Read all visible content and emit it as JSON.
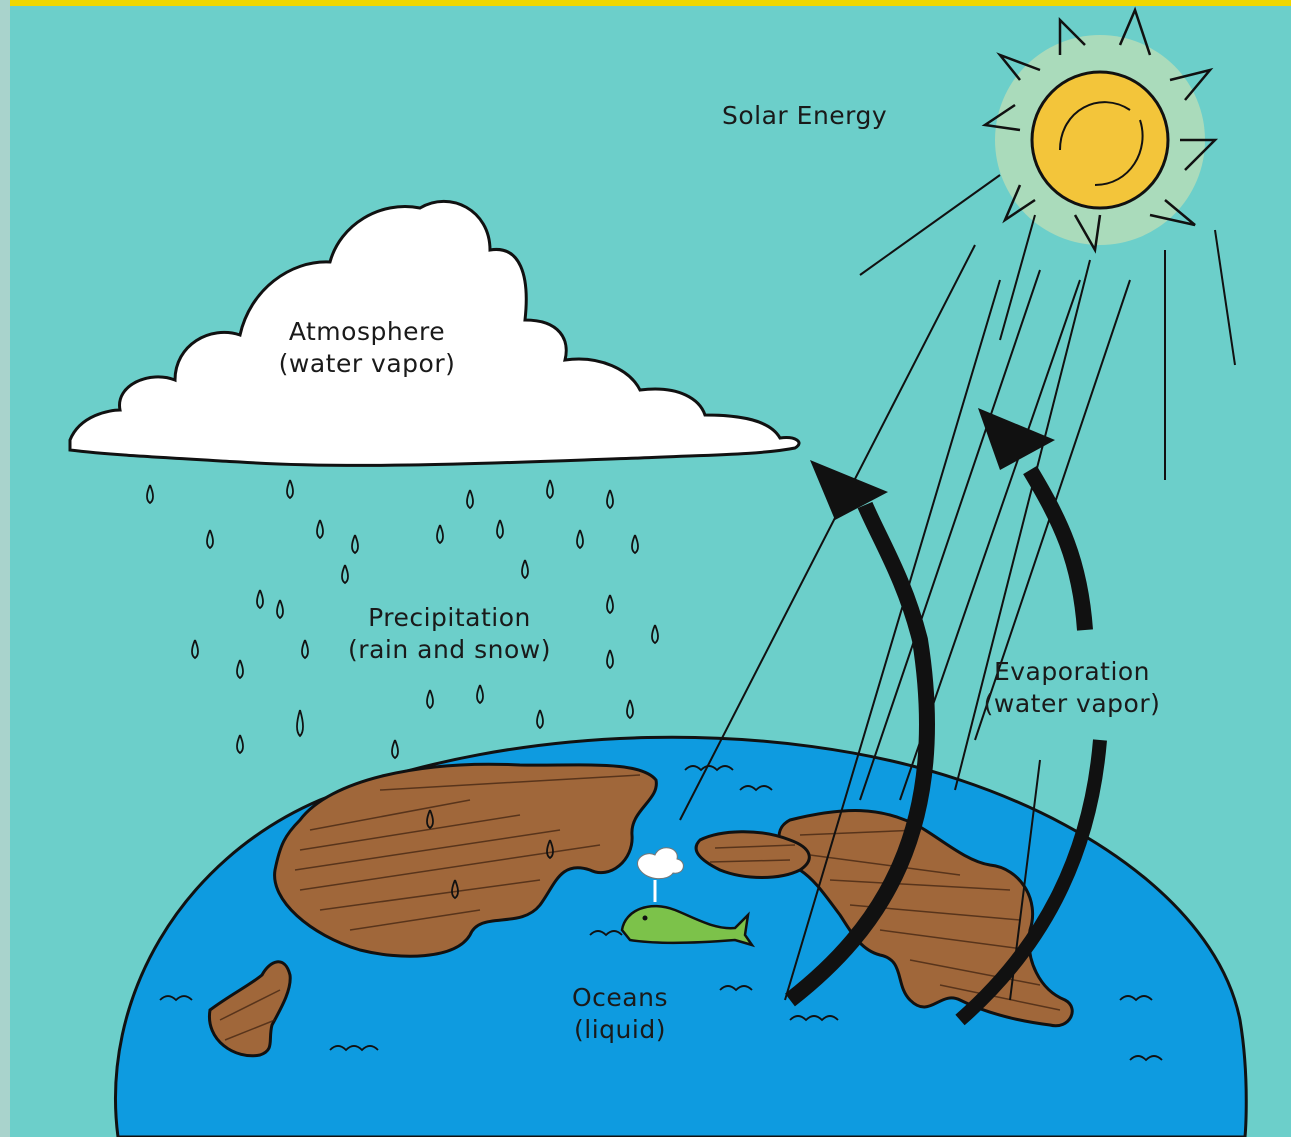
{
  "labels": {
    "solar": "Solar Energy",
    "atmosphere_title": "Atmosphere",
    "atmosphere_sub": "(water vapor)",
    "precipitation_title": "Precipitation",
    "precipitation_sub": "(rain and snow)",
    "evaporation_title": "Evaporation",
    "evaporation_sub": "(water vapor)",
    "oceans_title": "Oceans",
    "oceans_sub": "(liquid)"
  },
  "colors": {
    "sky": "#6ccfca",
    "ocean": "#0e9be0",
    "land": "#a0673a",
    "cloud": "#ffffff",
    "sun": "#f3c53a",
    "frame_top": "#f0d700",
    "frame_left": "#a9d3cc",
    "whale": "#7cc24a",
    "outline": "#111111"
  },
  "icons": [
    "sun-icon",
    "cloud-icon",
    "whale-icon",
    "raindrop-icon",
    "evaporation-arrow-icon"
  ]
}
